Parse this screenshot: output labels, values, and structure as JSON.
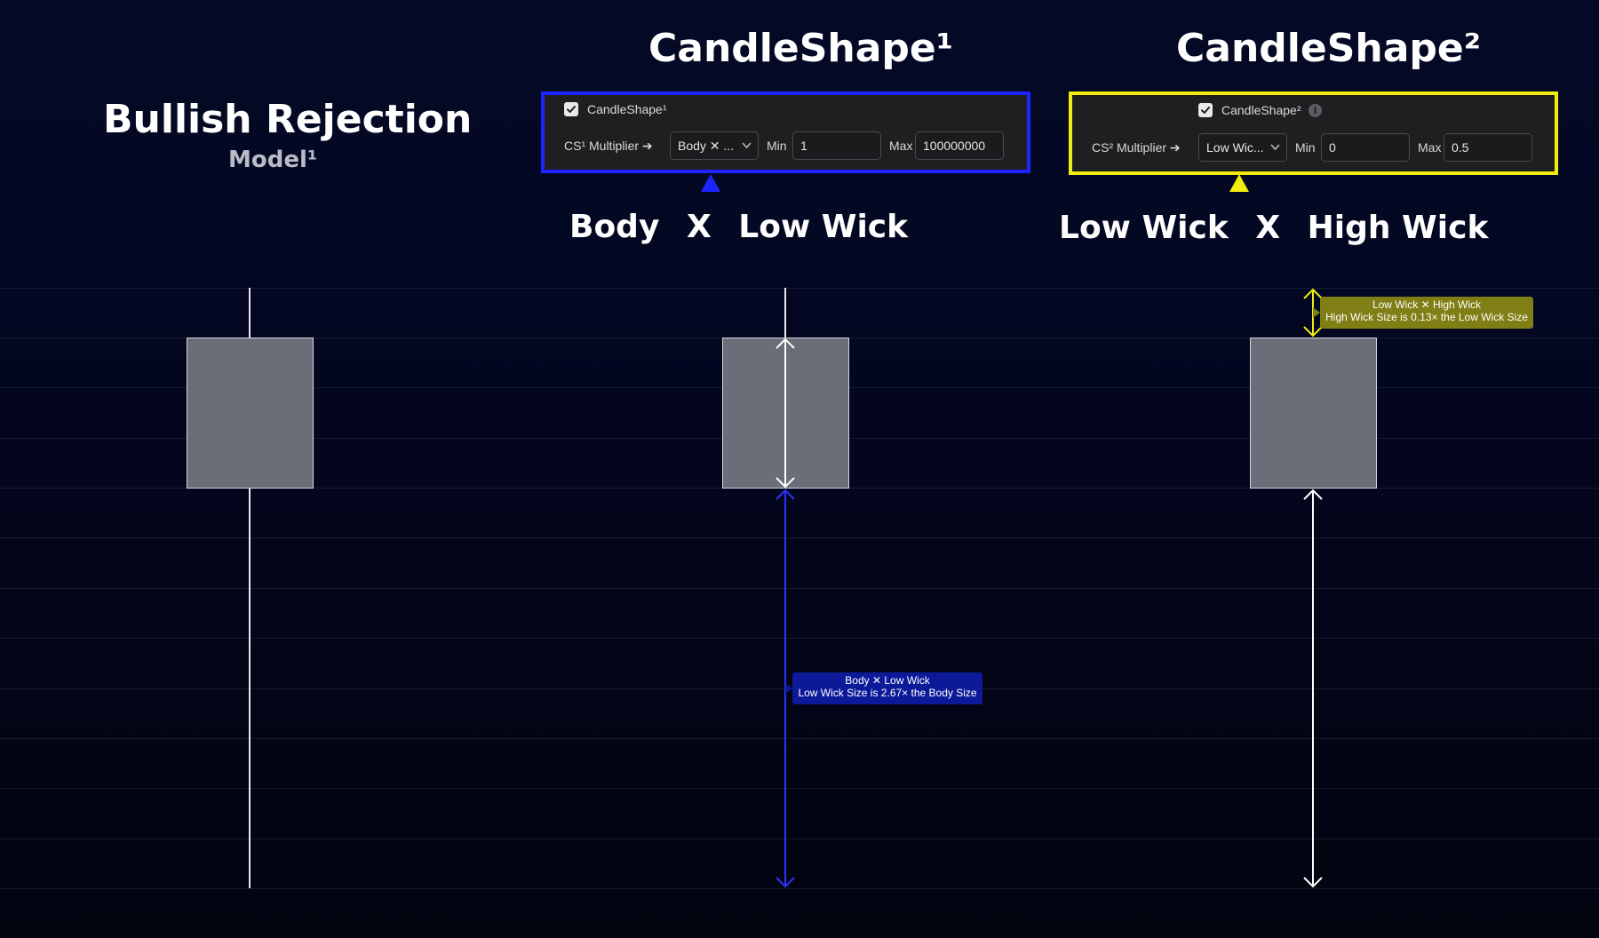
{
  "model": {
    "title": "Bullish Rejection",
    "subtitle": "Model¹"
  },
  "cs1": {
    "heading": "CandleShape¹",
    "checkbox_label": "CandleShape¹",
    "multiplier_label": "CS¹ Multiplier ➔",
    "multiplier_value": "Body ✕ ...",
    "min_label": "Min",
    "min_value": "1",
    "max_label": "Max",
    "max_value": "100000000",
    "border_color": "#1d24ff",
    "formula": {
      "left": "Body",
      "op": "X",
      "right": "Low Wick"
    },
    "tag": {
      "line1": "Body ✕ Low Wick",
      "line2": "Low Wick Size is 2.67× the Body Size",
      "color": "#0c1a9a"
    }
  },
  "cs2": {
    "heading": "CandleShape²",
    "checkbox_label": "CandleShape²",
    "info_icon": "info-icon",
    "multiplier_label": "CS² Multiplier ➔",
    "multiplier_value": "Low Wic...",
    "min_label": "Min",
    "min_value": "0",
    "max_label": "Max",
    "max_value": "0.5",
    "border_color": "#f1ec0f",
    "formula": {
      "left": "Low Wick",
      "op": "X",
      "right": "High Wick"
    },
    "tag": {
      "line1": "Low Wick ✕ High Wick",
      "line2": "High Wick Size is 0.13× the Low Wick Size",
      "color": "#7f7f15"
    }
  },
  "icons": {
    "checkbox": "check-icon",
    "dropdown": "chevron-down-icon",
    "pointer": "triangle-up-icon",
    "measure": "double-arrow-icon"
  }
}
